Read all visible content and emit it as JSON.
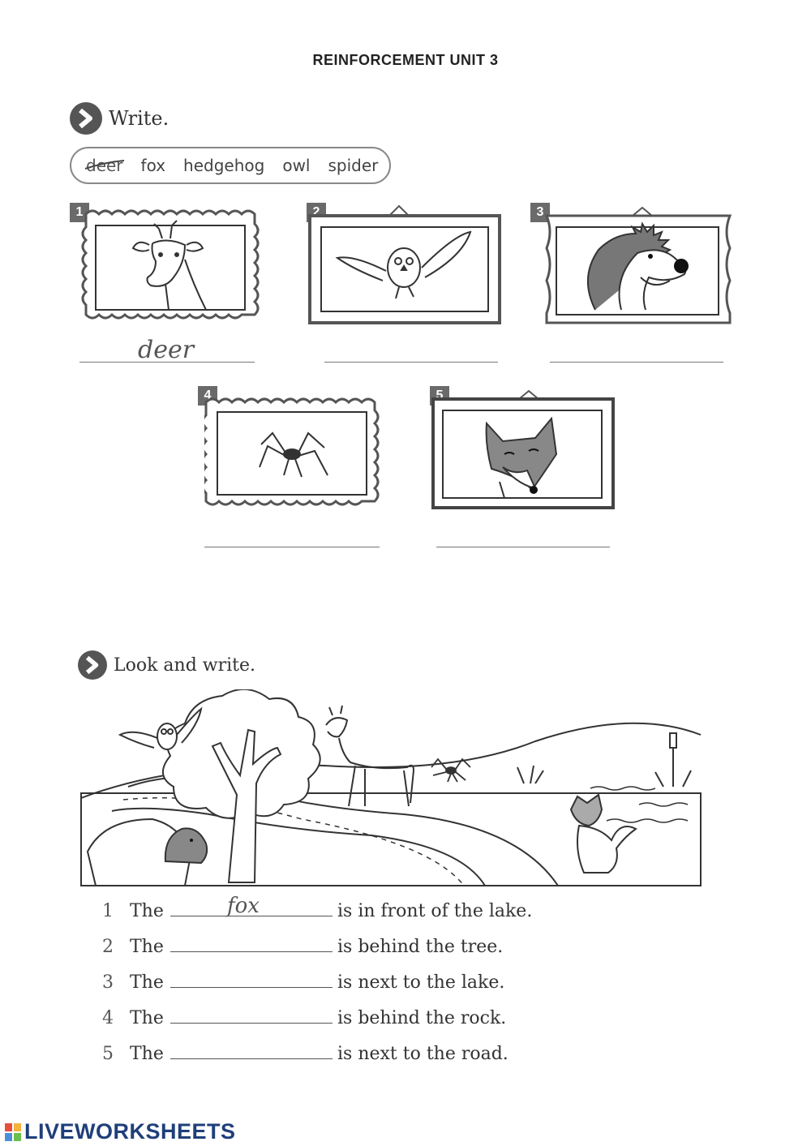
{
  "title": "REINFORCEMENT UNIT 3",
  "exercise1": {
    "instruction": "Write.",
    "word_bank": [
      "deer",
      "fox",
      "hedgehog",
      "owl",
      "spider"
    ],
    "items": [
      {
        "number": "1",
        "animal": "deer-icon",
        "answer": "deer"
      },
      {
        "number": "2",
        "animal": "owl-icon",
        "answer": ""
      },
      {
        "number": "3",
        "animal": "hedgehog-icon",
        "answer": ""
      },
      {
        "number": "4",
        "animal": "spider-icon",
        "answer": ""
      },
      {
        "number": "5",
        "animal": "fox-icon",
        "answer": ""
      }
    ]
  },
  "exercise2": {
    "instruction": "Look and write.",
    "sentences": [
      {
        "number": "1",
        "start": "The",
        "answer": "fox",
        "end": "is in front of the lake."
      },
      {
        "number": "2",
        "start": "The",
        "answer": "",
        "end": "is behind the tree."
      },
      {
        "number": "3",
        "start": "The",
        "answer": "",
        "end": "is next to the lake."
      },
      {
        "number": "4",
        "start": "The",
        "answer": "",
        "end": "is behind the rock."
      },
      {
        "number": "5",
        "start": "The",
        "answer": "",
        "end": "is next to the road."
      }
    ]
  },
  "footer": {
    "brand": "LIVEWORKSHEETS"
  }
}
